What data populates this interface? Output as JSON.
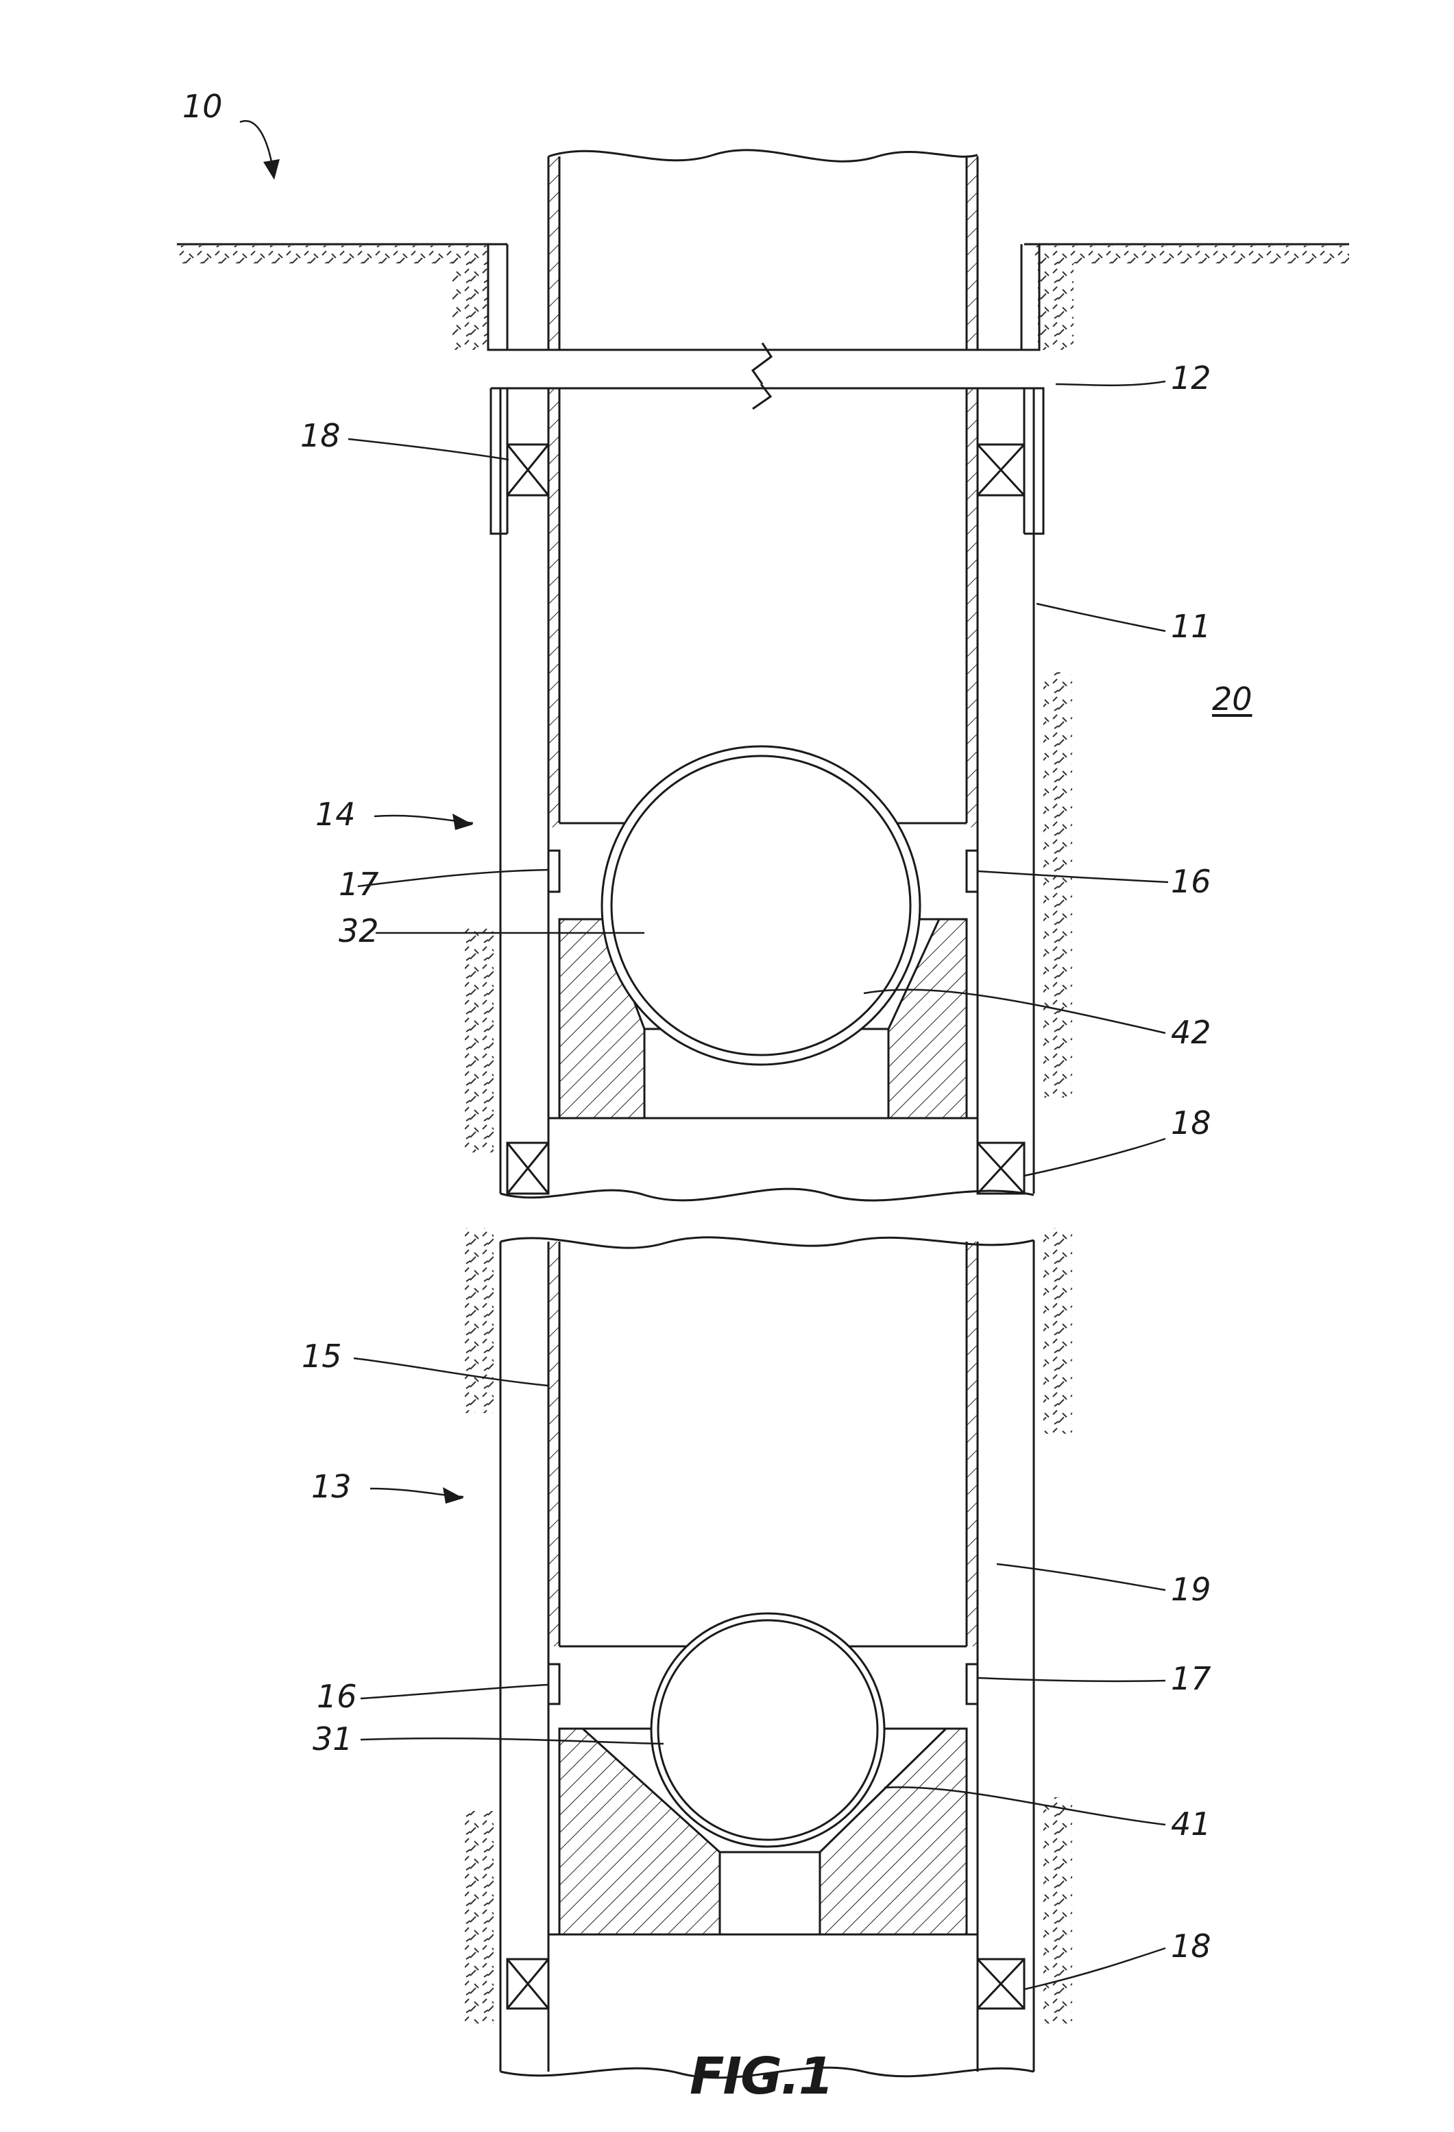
{
  "figure": {
    "caption": "FIG.1",
    "labels": {
      "l10": "10",
      "l12": "12",
      "l18a": "18",
      "l11": "11",
      "l20": "20",
      "l14": "14",
      "l17a": "17",
      "l16a": "16",
      "l32": "32",
      "l42": "42",
      "l18b": "18",
      "l15": "15",
      "l13": "13",
      "l19": "19",
      "l16b": "16",
      "l17b": "17",
      "l31": "31",
      "l41": "41",
      "l18c": "18"
    }
  }
}
